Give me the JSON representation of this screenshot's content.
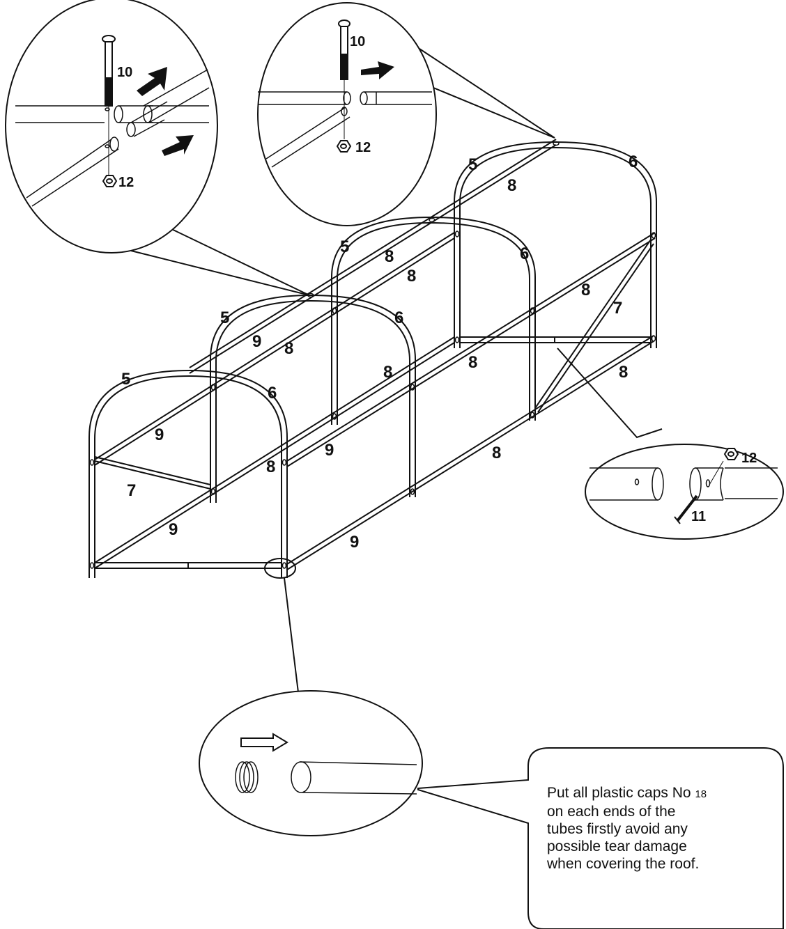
{
  "part_labels": {
    "p5": "5",
    "p6": "6",
    "p7": "7",
    "p8": "8",
    "p9": "9",
    "p10": "10",
    "p11": "11",
    "p12": "12"
  },
  "callout": {
    "line1_text": "Put all plastic caps No",
    "line1_number": "18",
    "line2": "on each ends of the",
    "line3": "tubes firstly avoid any",
    "line4": "possible tear damage",
    "line5": "when covering the roof."
  }
}
